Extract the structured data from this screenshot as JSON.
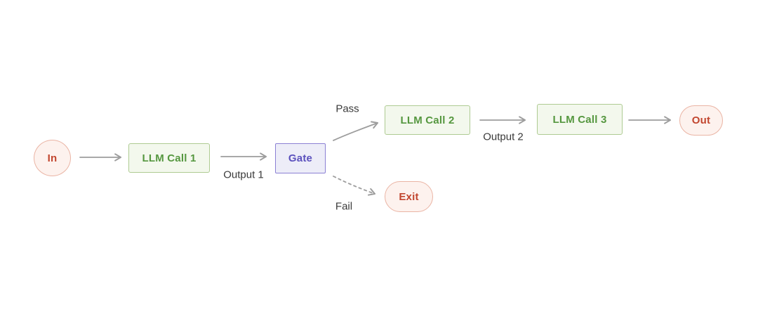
{
  "colors": {
    "background": "#ffffff",
    "arrow": "#9d9d9d",
    "terminal_fill": "#fdf2ee",
    "terminal_border": "#eab4a4",
    "terminal_text": "#c2462f",
    "llm_fill": "#f3f8ed",
    "llm_border": "#aecb92",
    "llm_text": "#55973f",
    "gate_fill": "#ededf8",
    "gate_border": "#8b80d4",
    "gate_text": "#5b51bd",
    "edge_label_text": "#3a3a3a"
  },
  "nodes": {
    "in": {
      "label": "In"
    },
    "llm_call_1": {
      "label": "LLM Call 1"
    },
    "gate": {
      "label": "Gate"
    },
    "llm_call_2": {
      "label": "LLM Call 2"
    },
    "llm_call_3": {
      "label": "LLM Call 3"
    },
    "out": {
      "label": "Out"
    },
    "exit": {
      "label": "Exit"
    }
  },
  "edge_labels": {
    "output_1": "Output 1",
    "pass": "Pass",
    "fail": "Fail",
    "output_2": "Output 2"
  }
}
